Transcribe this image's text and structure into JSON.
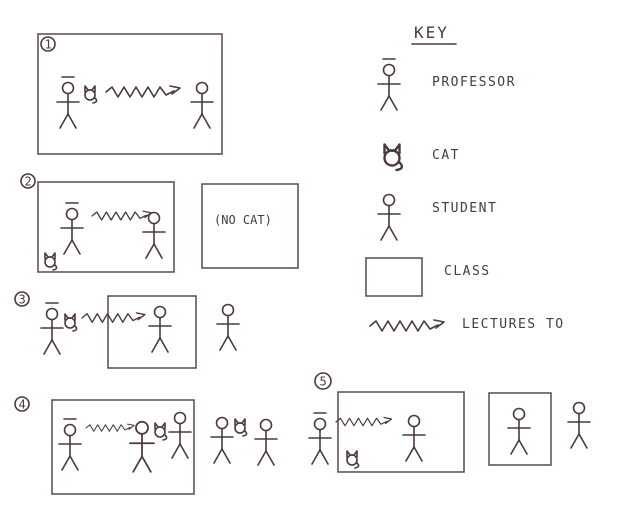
{
  "key": {
    "title": "KEY",
    "professor": "PROFESSOR",
    "cat": "CAT",
    "student": "STUDENT",
    "class": "CLASS",
    "lectures": "LECTURES TO"
  },
  "panels": {
    "p1": "1",
    "p2": "2",
    "p2_empty_class": "(NO CAT)",
    "p3": "3",
    "p4": "4",
    "p5": "5"
  },
  "colors": {
    "ink": "#4a3a3a",
    "paper": "#ffffff"
  }
}
